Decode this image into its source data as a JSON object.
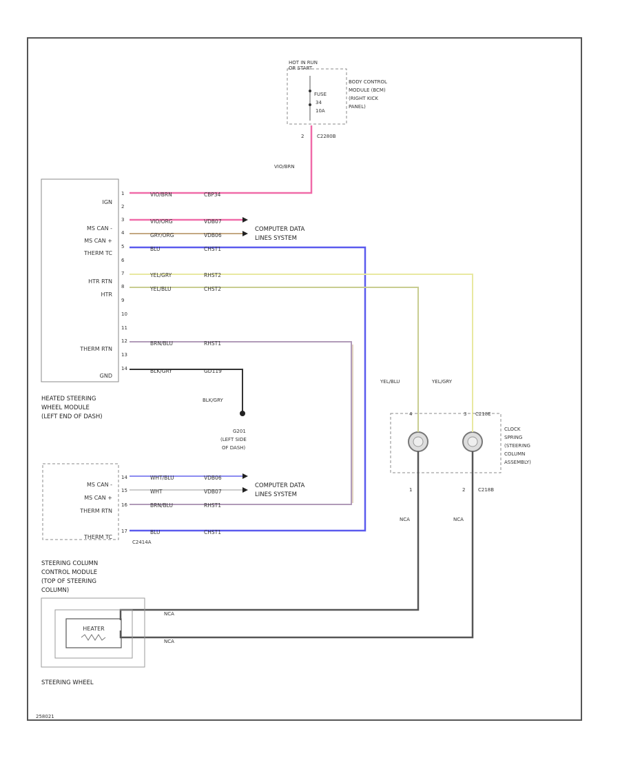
{
  "bcm": {
    "hot_in_run": "HOT IN RUN",
    "hot_in_run2": "OR START",
    "fuse": "FUSE",
    "fuse_num": "34",
    "fuse_amp": "10A",
    "desc1": "BODY CONTROL",
    "desc2": "MODULE (BCM)",
    "desc3": "(RIGHT KICK",
    "desc4": "PANEL)",
    "pin": "2",
    "connector": "C2280B",
    "wire": "VIO/BRN"
  },
  "hswm": {
    "pins": [
      "1",
      "2",
      "3",
      "4",
      "5",
      "6",
      "7",
      "8",
      "9",
      "10",
      "11",
      "12",
      "13",
      "14"
    ],
    "labels": {
      "ign": "IGN",
      "ms_can_minus": "MS CAN -",
      "ms_can_plus": "MS CAN +",
      "therm_tc": "THERM TC",
      "htr_rtn": "HTR RTN",
      "htr": "HTR",
      "therm_rtn": "THERM RTN",
      "gnd": "GND"
    },
    "wires": {
      "w1_color": "VIO/BRN",
      "w1_circuit": "CBP34",
      "w3_color": "VIO/ORG",
      "w3_circuit": "VDB07",
      "w4_color": "GRY/ORG",
      "w4_circuit": "VDB06",
      "w5_color": "BLU",
      "w5_circuit": "CHST1",
      "w7_color": "YEL/GRY",
      "w7_circuit": "RHST2",
      "w8_color": "YEL/BLU",
      "w8_circuit": "CHST2",
      "w12_color": "BRN/BLU",
      "w12_circuit": "RHST1",
      "w14_color": "BLK/GRY",
      "w14_circuit": "GD119"
    },
    "name1": "HEATED STEERING",
    "name2": "WHEEL MODULE",
    "name3": "(LEFT END OF DASH)"
  },
  "cdls1": {
    "line1": "COMPUTER DATA",
    "line2": "LINES SYSTEM"
  },
  "cdls2": {
    "line1": "COMPUTER DATA",
    "line2": "LINES SYSTEM"
  },
  "ground": {
    "wire": "BLK/GRY",
    "id": "G201",
    "loc1": "(LEFT SIDE",
    "loc2": "OF DASH)"
  },
  "sccm": {
    "labels": {
      "ms_can_minus": "MS CAN -",
      "ms_can_plus": "MS CAN +",
      "therm_rtn": "THERM RTN",
      "therm_tc": "THERM TC"
    },
    "pins": [
      "14",
      "15",
      "16",
      "17"
    ],
    "wires": {
      "w14_color": "WHT/BLU",
      "w14_circuit": "VDB06",
      "w15_color": "WHT",
      "w15_circuit": "VDB07",
      "w16_color": "BRN/BLU",
      "w16_circuit": "RHST1",
      "w17_color": "BLU",
      "w17_circuit": "CHST1"
    },
    "connector": "C2414A",
    "name1": "STEERING COLUMN",
    "name2": "CONTROL MODULE",
    "name3": "(TOP OF STEERING",
    "name4": "COLUMN)"
  },
  "clockspring": {
    "wire_left": "YEL/BLU",
    "wire_right": "YEL/GRY",
    "top_pin_left": "4",
    "top_pin_right": "3",
    "top_connector": "C218E",
    "bottom_pin_left": "1",
    "bottom_pin_right": "2",
    "bottom_connector": "C218B",
    "bottom_wire_left": "NCA",
    "bottom_wire_right": "NCA",
    "name1": "CLOCK",
    "name2": "SPRING",
    "name3": "(STEERING",
    "name4": "COLUMN",
    "name5": "ASSEMBLY)"
  },
  "heater": {
    "label": "HEATER",
    "wire1": "NCA",
    "wire2": "NCA"
  },
  "steering_wheel": {
    "label": "STEERING WHEEL"
  },
  "figure_id": "258021",
  "colors": {
    "pink": "#f06aa8",
    "tan": "#c4a882",
    "blue": "#5a5aee",
    "yellow": "#e8e8a0",
    "yellow_blu": "#c8cc90",
    "brown_blu": "#b09ab8",
    "gray": "#555555",
    "black": "#333333"
  }
}
